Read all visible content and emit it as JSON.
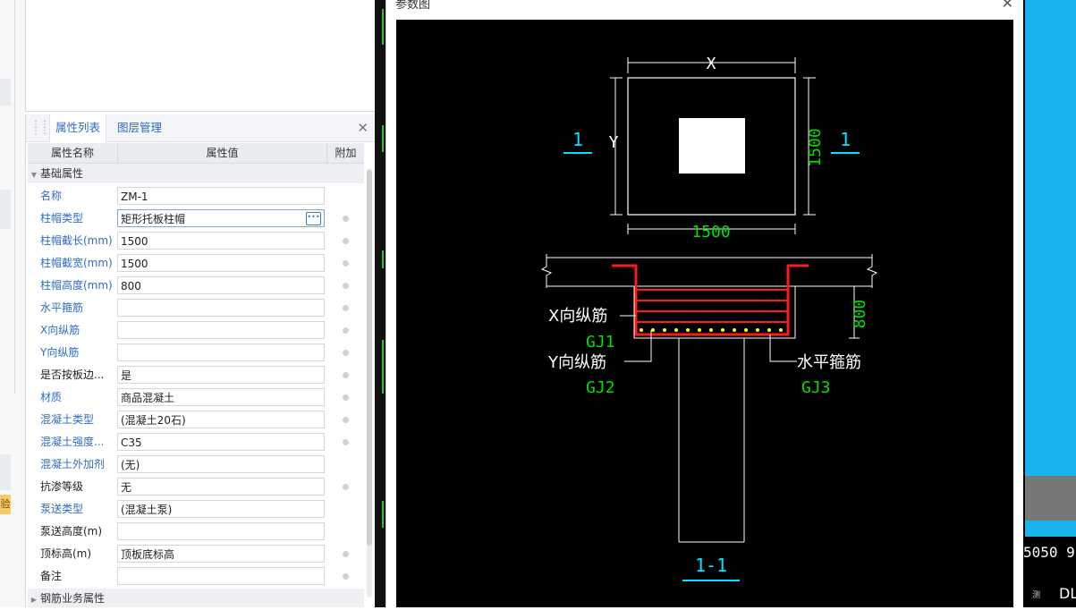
{
  "left_strip": {
    "warning_char": "验"
  },
  "property_panel": {
    "tabs": [
      {
        "label": "属性列表",
        "active": true
      },
      {
        "label": "图层管理",
        "active": false
      }
    ],
    "columns": {
      "name": "属性名称",
      "value": "属性值",
      "extra": "附加"
    },
    "group_basic": "基础属性",
    "group_rebar": "钢筋业务属性",
    "rows": [
      {
        "name": "名称",
        "value": "ZM-1",
        "color": "blue",
        "dot": false
      },
      {
        "name": "柱帽类型",
        "value": "矩形托板柱帽",
        "color": "blue",
        "dot": true,
        "ellipsis": true
      },
      {
        "name": "柱帽截长(mm)",
        "value": "1500",
        "color": "blue",
        "dot": true
      },
      {
        "name": "柱帽截宽(mm)",
        "value": "1500",
        "color": "blue",
        "dot": true
      },
      {
        "name": "柱帽高度(mm)",
        "value": "800",
        "color": "blue",
        "dot": true
      },
      {
        "name": "水平箍筋",
        "value": "",
        "color": "blue",
        "dot": true
      },
      {
        "name": "X向纵筋",
        "value": "",
        "color": "blue",
        "dot": true
      },
      {
        "name": "Y向纵筋",
        "value": "",
        "color": "blue",
        "dot": true
      },
      {
        "name": "是否按板边...",
        "value": "是",
        "color": "black",
        "dot": true
      },
      {
        "name": "材质",
        "value": "商品混凝土",
        "color": "blue",
        "dot": true
      },
      {
        "name": "混凝土类型",
        "value": "(混凝土20石)",
        "color": "blue",
        "dot": true
      },
      {
        "name": "混凝土强度...",
        "value": "C35",
        "color": "blue",
        "dot": true
      },
      {
        "name": "混凝土外加剂",
        "value": "(无)",
        "color": "blue",
        "dot": false
      },
      {
        "name": "抗渗等级",
        "value": "无",
        "color": "black",
        "dot": true
      },
      {
        "name": "泵送类型",
        "value": "(混凝土泵)",
        "color": "blue",
        "dot": false
      },
      {
        "name": "泵送高度(m)",
        "value": "",
        "color": "black",
        "dot": false
      },
      {
        "name": "顶标高(m)",
        "value": "顶板底标高",
        "color": "black",
        "dot": true
      },
      {
        "name": "备注",
        "value": "",
        "color": "black",
        "dot": true
      }
    ]
  },
  "dialog": {
    "title": "参数图",
    "close_glyph": "✕",
    "drawing": {
      "plan_x_label": "X",
      "plan_y_label": "Y",
      "plan_width": "1500",
      "plan_height": "1500",
      "section_mark": "1",
      "section_title": "1-1",
      "height_dim": "800",
      "x_rebar_label": "X向纵筋",
      "x_rebar_code": "GJ1",
      "y_rebar_label": "Y向纵筋",
      "y_rebar_code": "GJ2",
      "stirrup_label": "水平箍筋",
      "stirrup_code": "GJ3"
    },
    "colors": {
      "line": "#ffffff",
      "dim_text": "#00e000",
      "mark": "#00e5ff",
      "rebar": "#ff1a1a",
      "dot": "#ffff00"
    }
  },
  "right_cad": {
    "number_text": "5050  9",
    "letters": "DL",
    "small_label": "测"
  }
}
